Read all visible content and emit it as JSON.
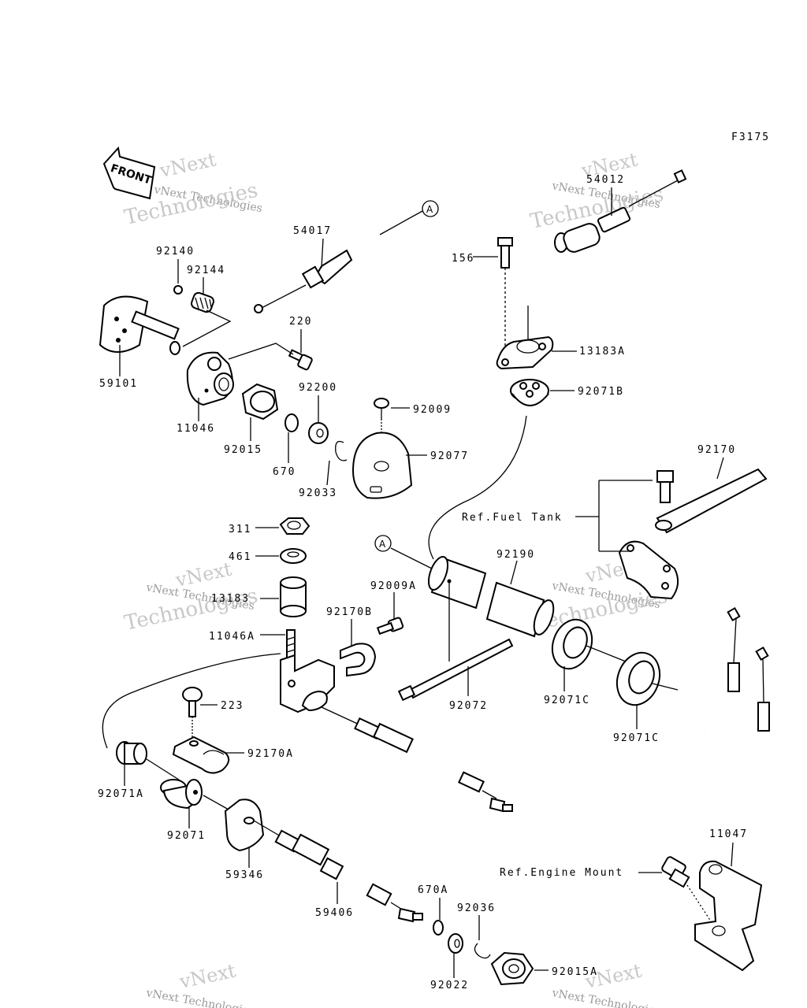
{
  "figure_code": "F3175",
  "front_label": "FRONT",
  "callouts": {
    "a1": "A",
    "a2": "A"
  },
  "labels": {
    "p54017": "54017",
    "p92140": "92140",
    "p92144": "92144",
    "p220": "220",
    "p59101": "59101",
    "p11046": "11046",
    "p92200": "92200",
    "p92009": "92009",
    "p92015": "92015",
    "p670": "670",
    "p92033": "92033",
    "p92077": "92077",
    "p54012": "54012",
    "p156": "156",
    "p13183a": "13183A",
    "p92071b": "92071B",
    "p92170": "92170",
    "ref_fuel": "Ref.Fuel Tank",
    "p311": "311",
    "p461": "461",
    "p13183": "13183",
    "p92009a": "92009A",
    "p92190": "92190",
    "p92170b": "92170B",
    "p11046a": "11046A",
    "p223": "223",
    "p92072": "92072",
    "p92071c_1": "92071C",
    "p92071c_2": "92071C",
    "p92170a": "92170A",
    "p92071a": "92071A",
    "p92071": "92071",
    "p59346": "59346",
    "p11047": "11047",
    "ref_engine": "Ref.Engine Mount",
    "p59406": "59406",
    "p670a": "670A",
    "p92036": "92036",
    "p92022": "92022",
    "p92015a": "92015A"
  },
  "watermark": {
    "brand": "vNext",
    "line1": "vNext Technologies",
    "line2": "Technologies"
  }
}
